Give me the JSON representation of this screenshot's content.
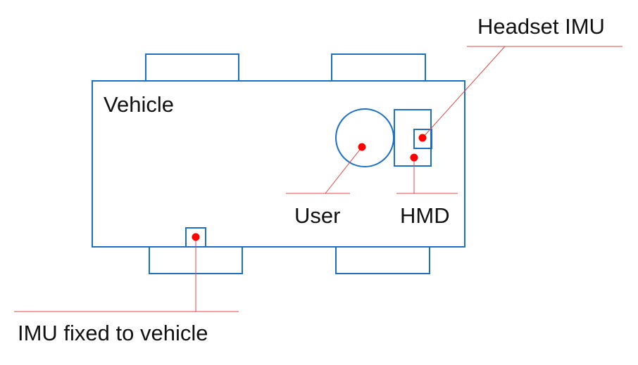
{
  "colors": {
    "shape": "#1f6fbf",
    "leader": "#d84a4a",
    "dot": "#ff0000",
    "text": "#111111"
  },
  "labels": {
    "vehicle": "Vehicle",
    "headset_imu": "Headset IMU",
    "user": "User",
    "hmd": "HMD",
    "vehicle_imu": "IMU fixed to vehicle"
  }
}
